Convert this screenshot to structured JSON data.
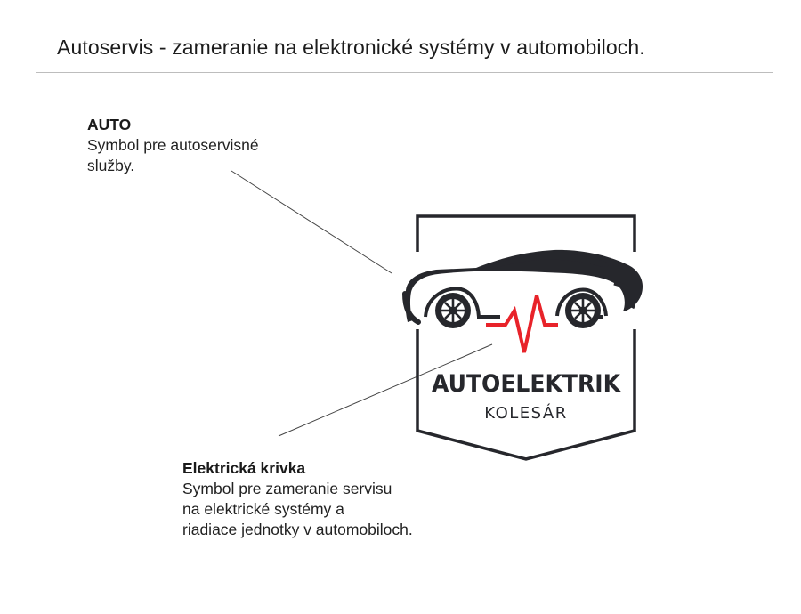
{
  "header": {
    "title": "Autoservis - zameranie na elektronické systémy v automobiloch."
  },
  "annotations": {
    "auto": {
      "title": "AUTO",
      "lines": [
        "Symbol pre autoservisné",
        "služby."
      ]
    },
    "krivka": {
      "title": "Elektrická krivka",
      "lines": [
        "Symbol pre zameranie servisu",
        "na elektrické systémy a",
        "riadiace jednotky v automobiloch."
      ]
    }
  },
  "logo": {
    "brand": "AUTOELEKTRIK",
    "name": "KOLESÁR",
    "colors": {
      "dark": "#26272c",
      "accent": "#e8232a"
    }
  }
}
